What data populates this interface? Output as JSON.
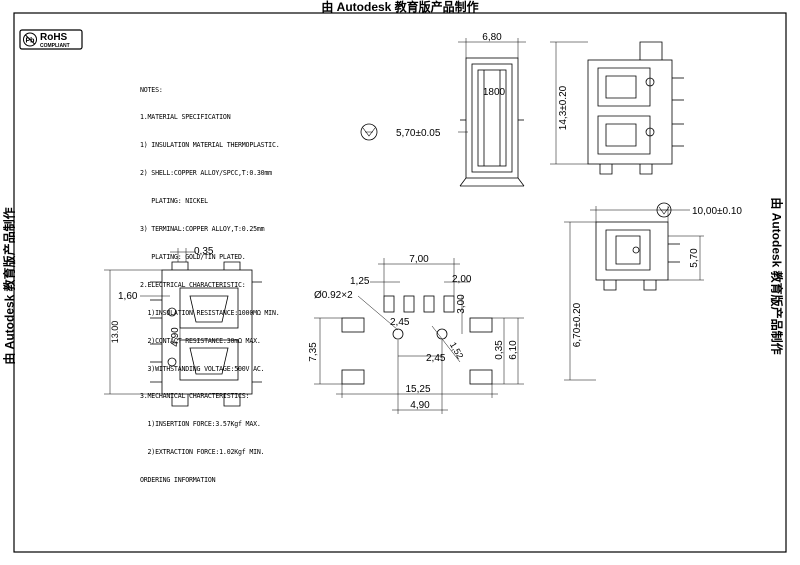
{
  "titles": {
    "top": "由 Autodesk 教育版产品制作",
    "left": "由 Autodesk 教育版产品制作",
    "right": "由 Autodesk 教育版产品制作"
  },
  "rohs": {
    "main": "RoHS",
    "sub": "COMPLIANT"
  },
  "notes": [
    "NOTES:",
    "1.MATERIAL SPECIFICATION",
    "1) INSULATION MATERIAL THERMOPLASTIC.",
    "2) SHELL:COPPER ALLOY/SPCC,T:0.30mm",
    "   PLATING: NICKEL",
    "3) TERMINAL:COPPER ALLOY,T:0.25mm",
    "   PLATING: GOLD/TIN PLATED.",
    "2.ELECTRICAL CHARACTERISTIC:",
    "  1)INSULATION RESISTANCE:1000MΩ MIN.",
    "  2)CONTACT RESISTANCE:30mΩ MAX.",
    "  3)WITHSTANDING VOLTAGE:500V AC.",
    "3.MECHANICAL CHARACTERISTICS:",
    "  1)INSERTION FORCE:3.57Kgf MAX.",
    "  2)EXTRACTION FORCE:1.02Kgf MIN.",
    "ORDERING INFORMATION"
  ],
  "dimensions": {
    "front_width": "6,80",
    "front_label": "1800",
    "front_offset": "5,70±0.05",
    "side_height": "14,3±0.20",
    "side2_width": "10,00±0.10",
    "side2_offset": "5,70",
    "side2_height": "6,70±0.20",
    "top_pitch": "0,35",
    "top_edge": "1,60",
    "top_inner": "4,90",
    "top_length": "13.00",
    "pcb_width": "7,00",
    "pcb_pitch1": "1,25",
    "pcb_pitch2": "2,00",
    "pcb_hole": "Ø0.92×2",
    "pcb_245a": "2,45",
    "pcb_300": "3,00",
    "pcb_245b": "2,45",
    "pcb_diag": "1,52",
    "pcb_735": "7,35",
    "pcb_035": "0,35",
    "pcb_610": "6,10",
    "pcb_1525": "15,25",
    "pcb_490": "4,90"
  }
}
